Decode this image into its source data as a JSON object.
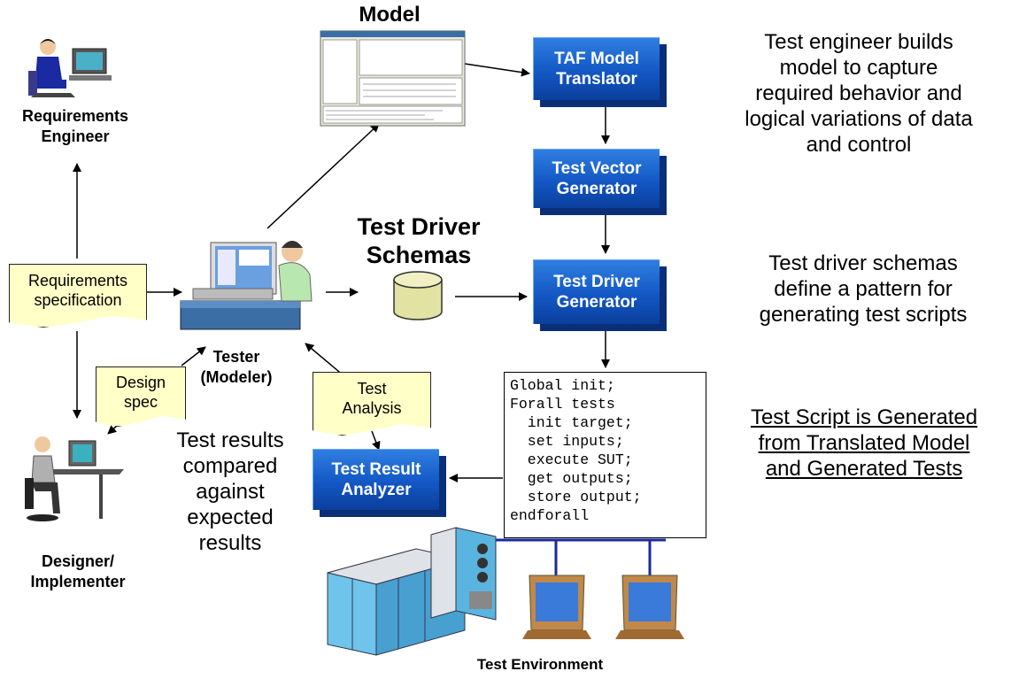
{
  "labels": {
    "model": "Model",
    "requirements_engineer": [
      "Requirements",
      "Engineer"
    ],
    "tester": [
      "Tester",
      "(Modeler)"
    ],
    "designer": [
      "Designer/",
      "Implementer"
    ],
    "test_driver_schemas": [
      "Test Driver",
      "Schemas"
    ],
    "test_environment": "Test Environment"
  },
  "process_boxes": {
    "translator": [
      "TAF Model",
      "Translator"
    ],
    "vector_generator": [
      "Test Vector",
      "Generator"
    ],
    "driver_generator": [
      "Test Driver",
      "Generator"
    ],
    "result_analyzer": [
      "Test Result",
      "Analyzer"
    ]
  },
  "documents": {
    "requirements_spec": [
      "Requirements",
      "specification"
    ],
    "design_spec": [
      "Design",
      "spec"
    ],
    "test_analysis": [
      "Test",
      "Analysis"
    ]
  },
  "descriptions": {
    "model_desc": [
      "Test engineer builds",
      "model to capture",
      "required behavior and",
      "logical variations of data",
      "and control"
    ],
    "schema_desc": [
      "Test driver schemas",
      "define a pattern for",
      "generating test scripts"
    ],
    "script_desc": [
      "Test Script is Generated",
      "from Translated Model",
      "and Generated Tests"
    ],
    "results_desc": [
      "Test results",
      "compared",
      "against",
      "expected",
      "results"
    ]
  },
  "test_script": [
    "Global init;",
    "Forall tests",
    "  init target;",
    "  set inputs;",
    "  execute SUT;",
    "  get outputs;",
    "  store output;",
    "endforall"
  ],
  "colors": {
    "box_blue": "#1357c4",
    "note_yellow": "#ffffc8",
    "cylinder": "#e2e2a2",
    "mainframe": "#5ab4e0",
    "wire": "#1a2a9c"
  }
}
